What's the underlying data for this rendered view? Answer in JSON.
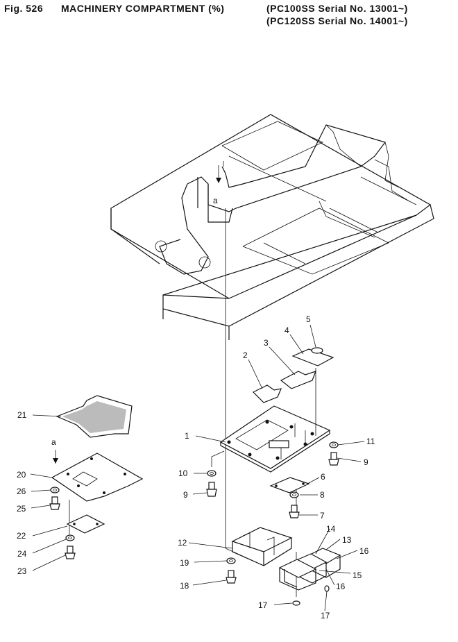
{
  "header": {
    "fig_label": "Fig. 526",
    "title": "MACHINERY COMPARTMENT (%)",
    "serial_line_1": "(PC100SS Serial No. 13001~)",
    "serial_line_2": "(PC120SS Serial No. 14001~)"
  },
  "view_marker": "a",
  "callouts": [
    "1",
    "2",
    "3",
    "4",
    "5",
    "6",
    "7",
    "8",
    "9",
    "9",
    "10",
    "11",
    "12",
    "13",
    "14",
    "15",
    "16",
    "16",
    "17",
    "17",
    "18",
    "19",
    "20",
    "21",
    "22",
    "23",
    "24",
    "25",
    "26"
  ]
}
